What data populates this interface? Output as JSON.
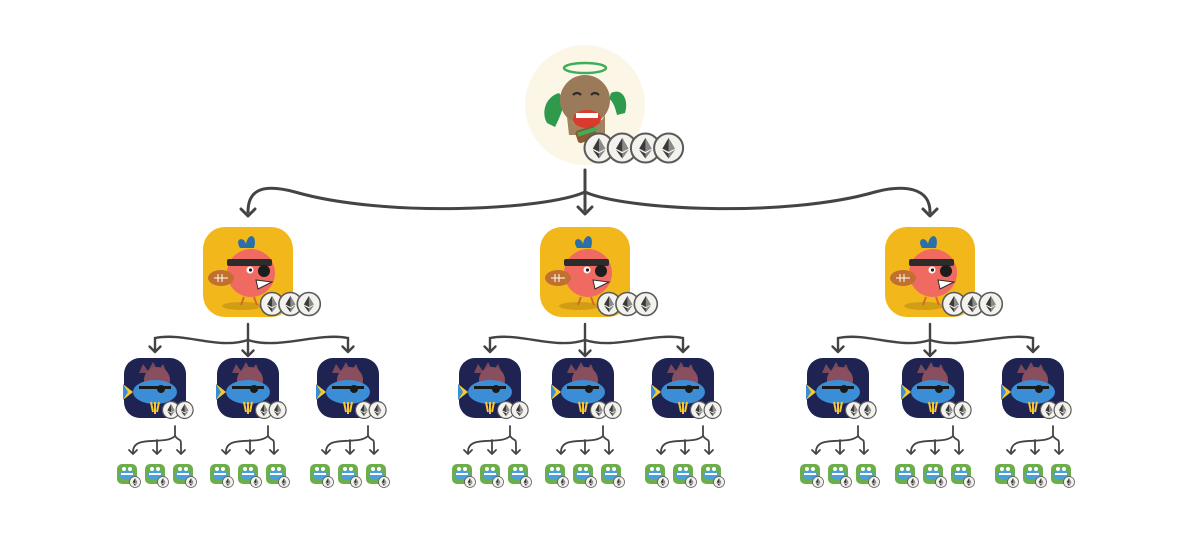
{
  "diagram": {
    "kind": "referral-tree",
    "levels": [
      {
        "level": 1,
        "character": "angel-sloth",
        "tile_color": "#fbf6e6",
        "coins": 4,
        "children_per_node": 3
      },
      {
        "level": 2,
        "character": "pirate-bird",
        "tile_color": "#f2b81b",
        "coins": 3,
        "children_per_node": 3
      },
      {
        "level": 3,
        "character": "pirate-fish",
        "tile_color": "#1e2351",
        "coins": 2,
        "children_per_node": 3
      },
      {
        "level": 4,
        "character": "frog",
        "tile_color": "#6cae4a",
        "coins": 1,
        "children_per_node": 0
      }
    ],
    "coin_icon": "ethereum-coin-icon",
    "arrow_color": "#444444"
  }
}
